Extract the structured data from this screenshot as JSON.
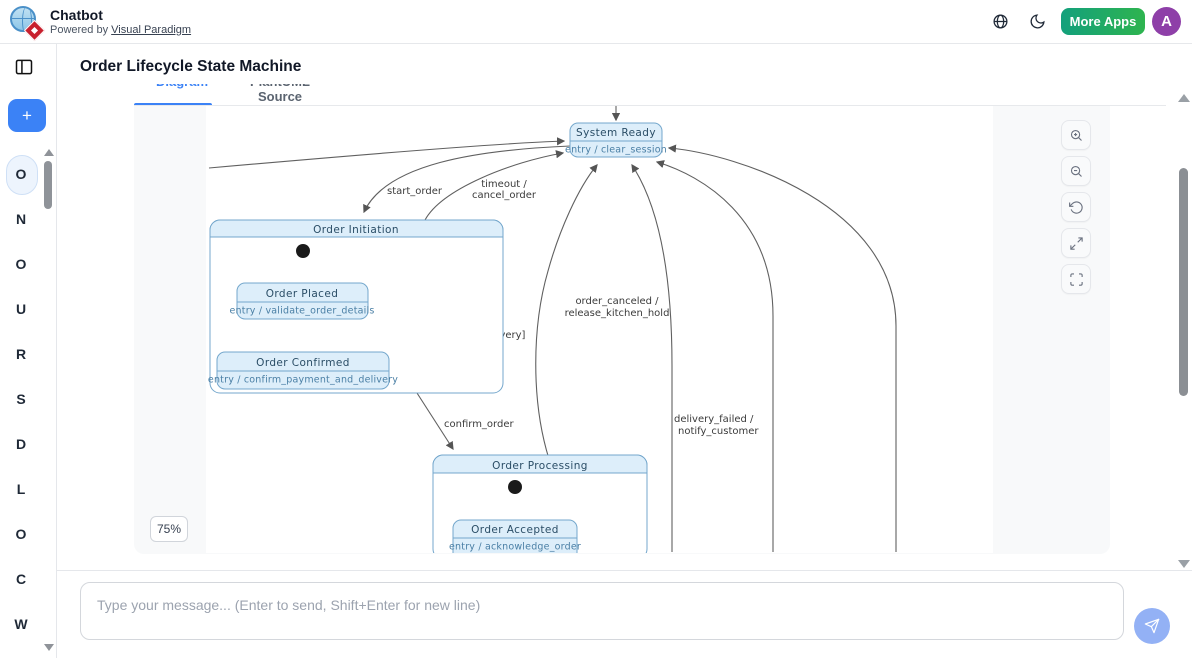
{
  "header": {
    "app_title": "Chatbot",
    "powered_prefix": "Powered by",
    "powered_link": "Visual Paradigm",
    "more_apps_label": "More Apps",
    "avatar_letter": "A"
  },
  "sidebar": {
    "new_chat_label": "+",
    "items": [
      "O",
      "N",
      "O",
      "U",
      "R",
      "S",
      "D",
      "L",
      "O",
      "C",
      "W"
    ]
  },
  "main": {
    "page_title": "Order Lifecycle State Machine",
    "tabs": [
      {
        "label": "Diagram",
        "active": true
      },
      {
        "label": "PlantUML Source",
        "active": false
      }
    ],
    "zoom_badge": "75%"
  },
  "diagram": {
    "states": {
      "system_ready": {
        "title": "System Ready",
        "entry": "entry / clear_session"
      },
      "order_initiation": {
        "title": "Order Initiation"
      },
      "order_placed": {
        "title": "Order Placed",
        "entry": "entry / validate_order_details"
      },
      "order_confirmed": {
        "title": "Order Confirmed",
        "entry": "entry / confirm_payment_and_delivery"
      },
      "order_processing": {
        "title": "Order Processing"
      },
      "order_accepted": {
        "title": "Order Accepted",
        "entry": "entry / acknowledge_order"
      }
    },
    "transitions": {
      "start_order": "start_order",
      "timeout_line1": "timeout /",
      "timeout_line2": "cancel_order",
      "submit_order": "submit_order [valid_payment_and_delivery]",
      "confirm_order": "confirm_order",
      "order_canceled_line1": "order_canceled /",
      "order_canceled_line2": "release_kitchen_hold",
      "delivery_failed_line1": "delivery_failed /",
      "delivery_failed_line2": "notify_customer"
    }
  },
  "chat": {
    "placeholder": "Type your message... (Enter to send, Shift+Enter for new line)"
  },
  "colors": {
    "accent_blue": "#3b82f6",
    "state_fill": "#ddeefa",
    "state_border": "#74a7cc",
    "more_apps_gradient_start": "#13a07c",
    "more_apps_gradient_end": "#2eb44f",
    "avatar_bg": "#8e3fa8",
    "send_button": "#93b1f5"
  }
}
